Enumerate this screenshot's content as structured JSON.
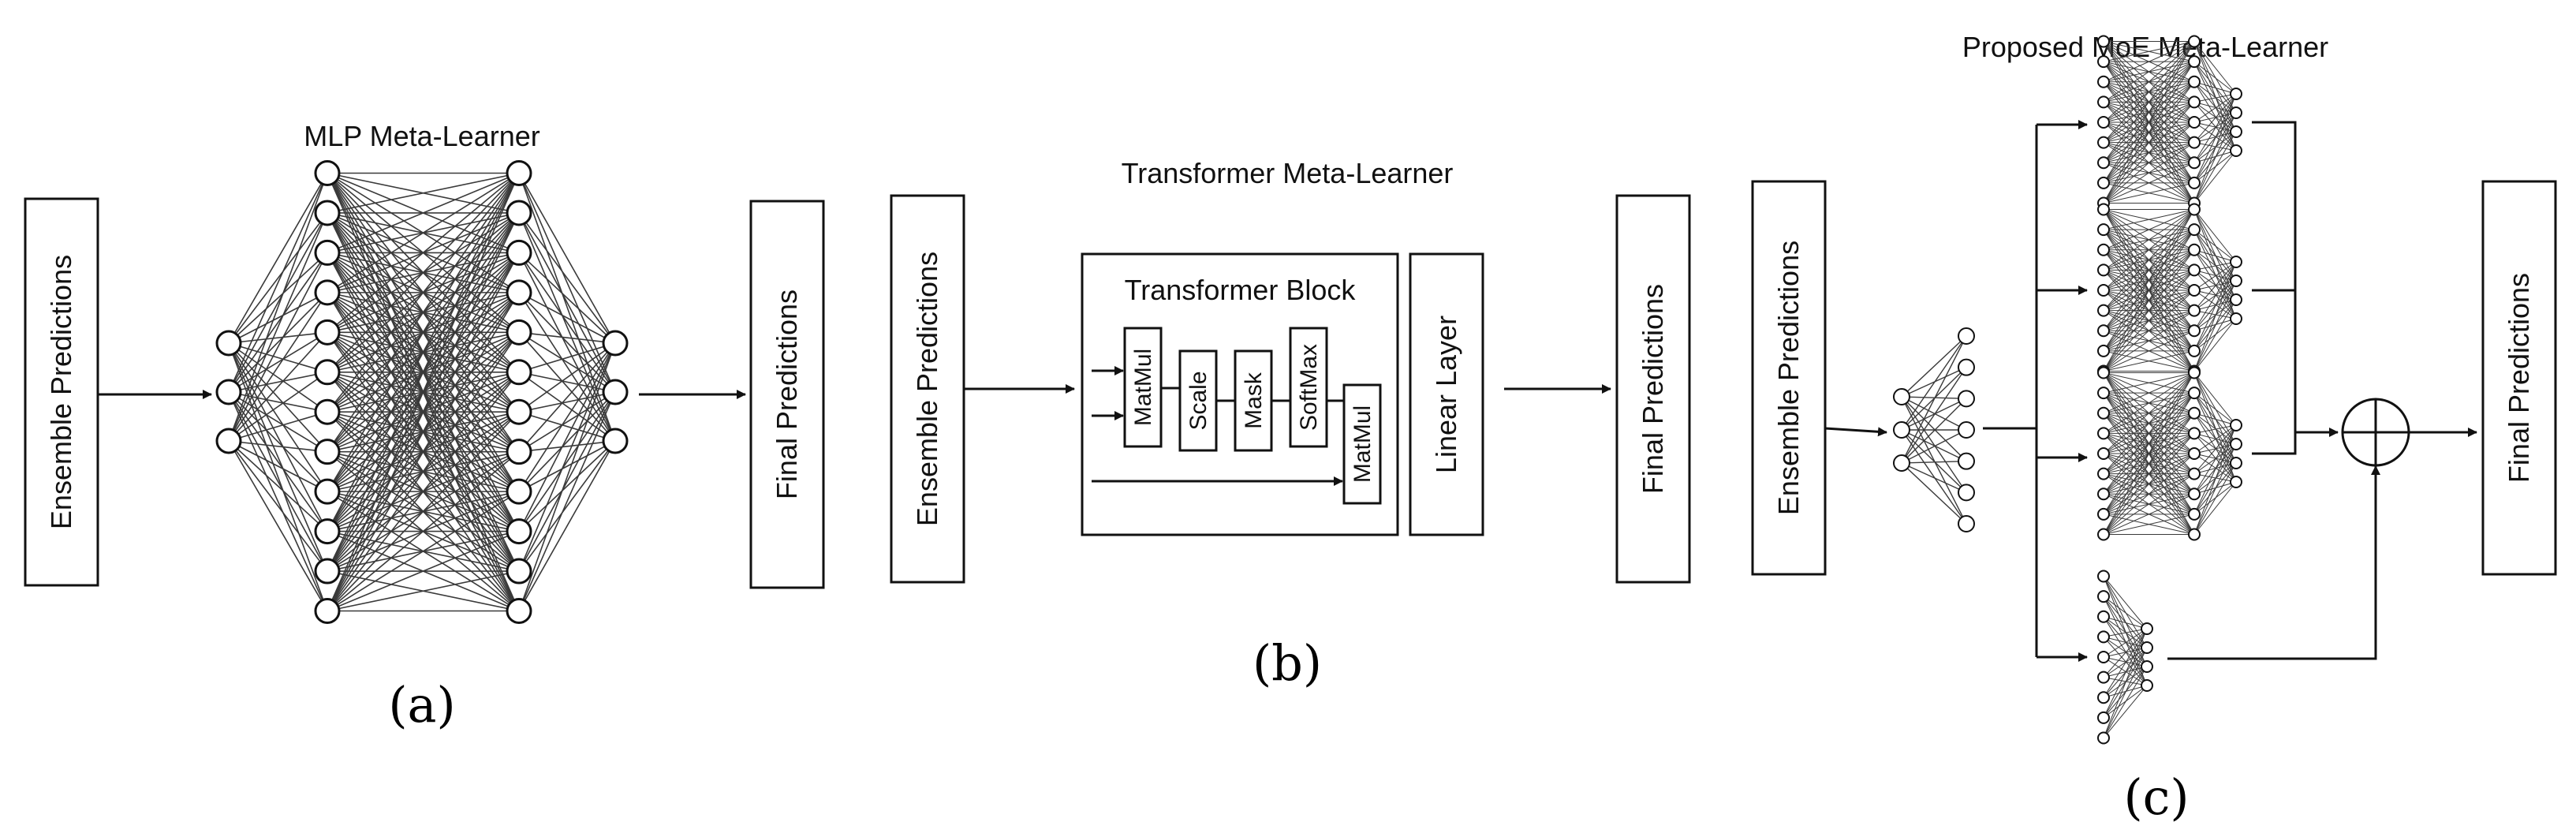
{
  "colors": {
    "stroke": "#111111",
    "edge": "#3a3a3a",
    "background": "#ffffff"
  },
  "panel_a": {
    "title": "MLP Meta-Learner",
    "input_label": "Ensemble Predictions",
    "output_label": "Final Predictions",
    "caption": "(a)"
  },
  "panel_b": {
    "title": "Transformer Meta-Learner",
    "input_label": "Ensemble Predictions",
    "block_title": "Transformer Block",
    "ops": [
      "MatMul",
      "Scale",
      "Mask",
      "SoftMax",
      "MatMul"
    ],
    "linear_label": "Linear Layer",
    "output_label": "Final Predictions",
    "caption": "(b)"
  },
  "panel_c": {
    "title": "Proposed MoE Meta-Learner",
    "input_label": "Ensemble Predictions",
    "output_label": "Final Predictions",
    "combine_icon": "circle-plus-icon",
    "caption": "(c)"
  }
}
